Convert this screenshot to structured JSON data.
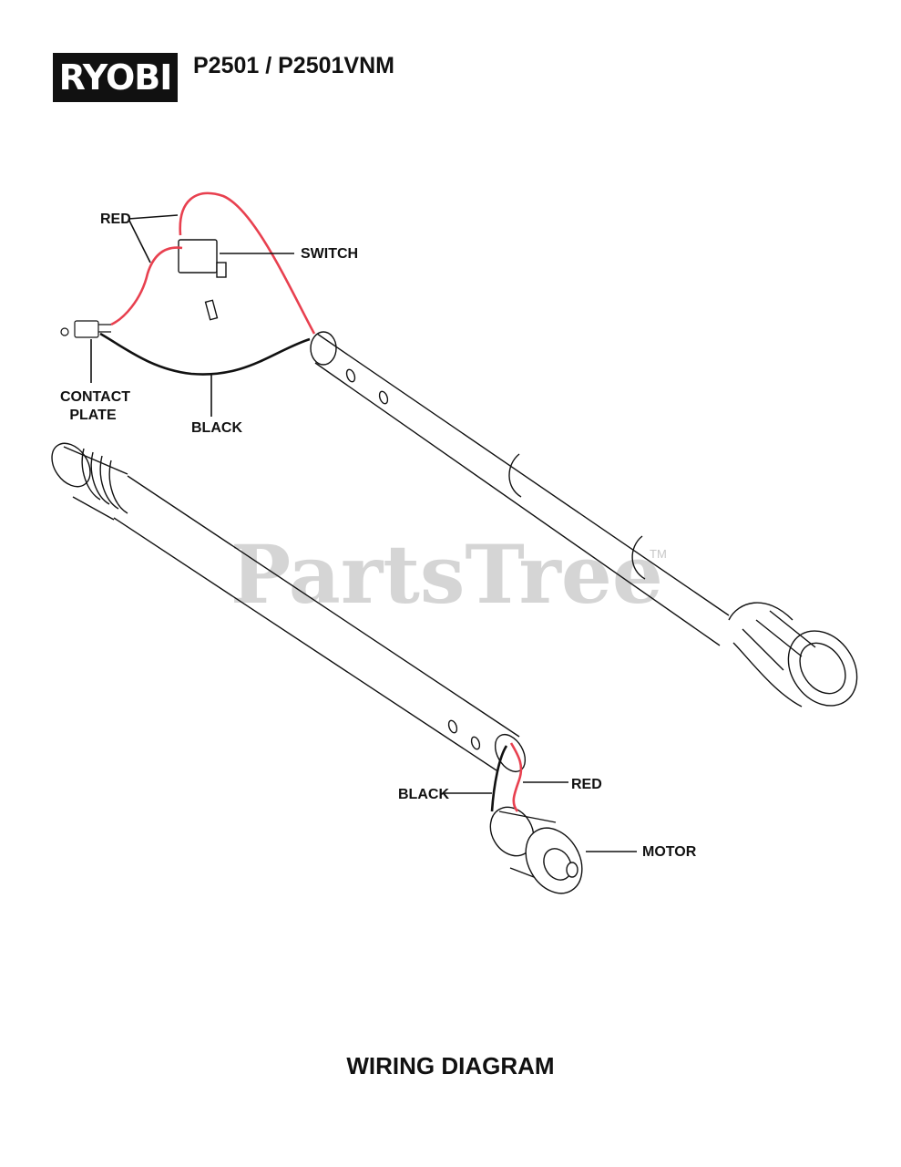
{
  "brand": {
    "name": "RYOBI"
  },
  "model": "P2501 / P2501VNM",
  "labels": {
    "red_top": "RED",
    "switch": "SWITCH",
    "contact_plate_line1": "CONTACT",
    "contact_plate_line2": "PLATE",
    "black_top": "BLACK",
    "black_bottom": "BLACK",
    "red_bottom": "RED",
    "motor": "MOTOR"
  },
  "footer_title": "WIRING DIAGRAM",
  "watermark": {
    "text": "PartsTree",
    "tm": "TM"
  },
  "colors": {
    "red_wire": "#e8404f",
    "black_wire": "#111111",
    "watermark": "#c7c7c7"
  }
}
